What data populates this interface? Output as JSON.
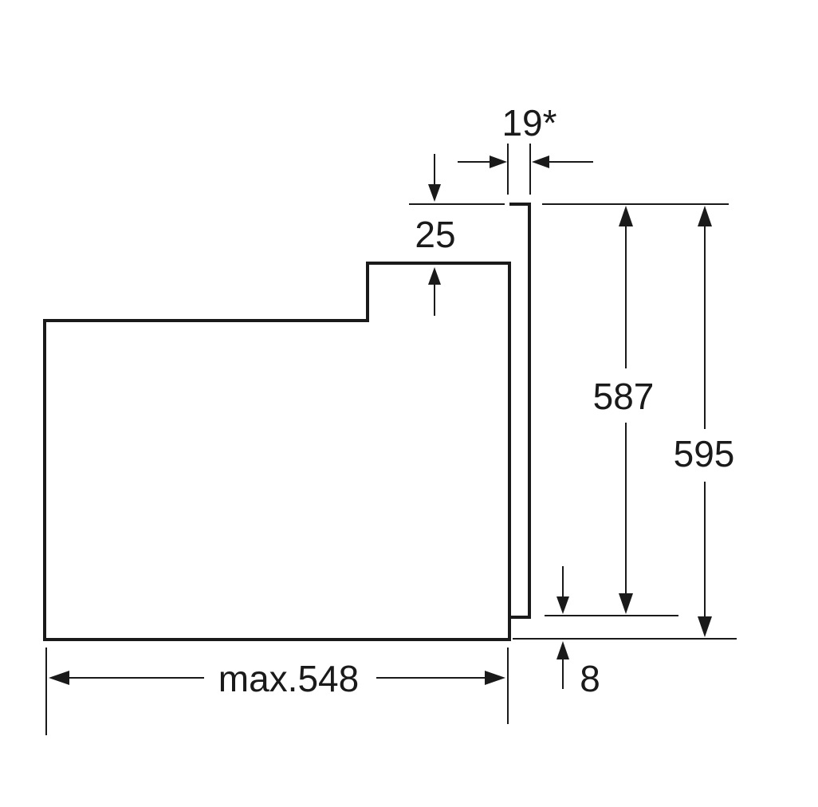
{
  "dimensions": {
    "door_thickness": "19*",
    "top_step": "25",
    "door_height": "587",
    "total_height": "595",
    "bottom_offset": "8",
    "depth": "max.548"
  },
  "colors": {
    "line": "#1a1a1a",
    "background": "#ffffff"
  }
}
